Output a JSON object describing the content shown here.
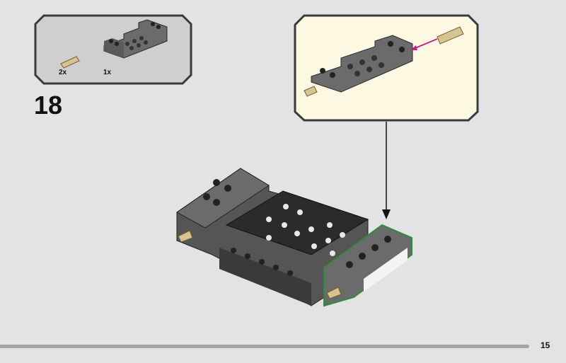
{
  "step": {
    "number": "18"
  },
  "parts_list": {
    "items": [
      {
        "part": "tan-axle-pin",
        "quantity": "2x"
      },
      {
        "part": "dark-gray-brick-2x6-with-raised-ends",
        "quantity": "1x"
      }
    ]
  },
  "page": {
    "number": "15"
  },
  "colors": {
    "background": "#e3e3e3",
    "parts_box": "#cfcfcf",
    "callout": "#fdf8e2",
    "brick": "#6b6b6b",
    "highlight": "#2e8b3a",
    "arrow_pink": "#cc1f8a",
    "pin": "#d9c48f"
  }
}
